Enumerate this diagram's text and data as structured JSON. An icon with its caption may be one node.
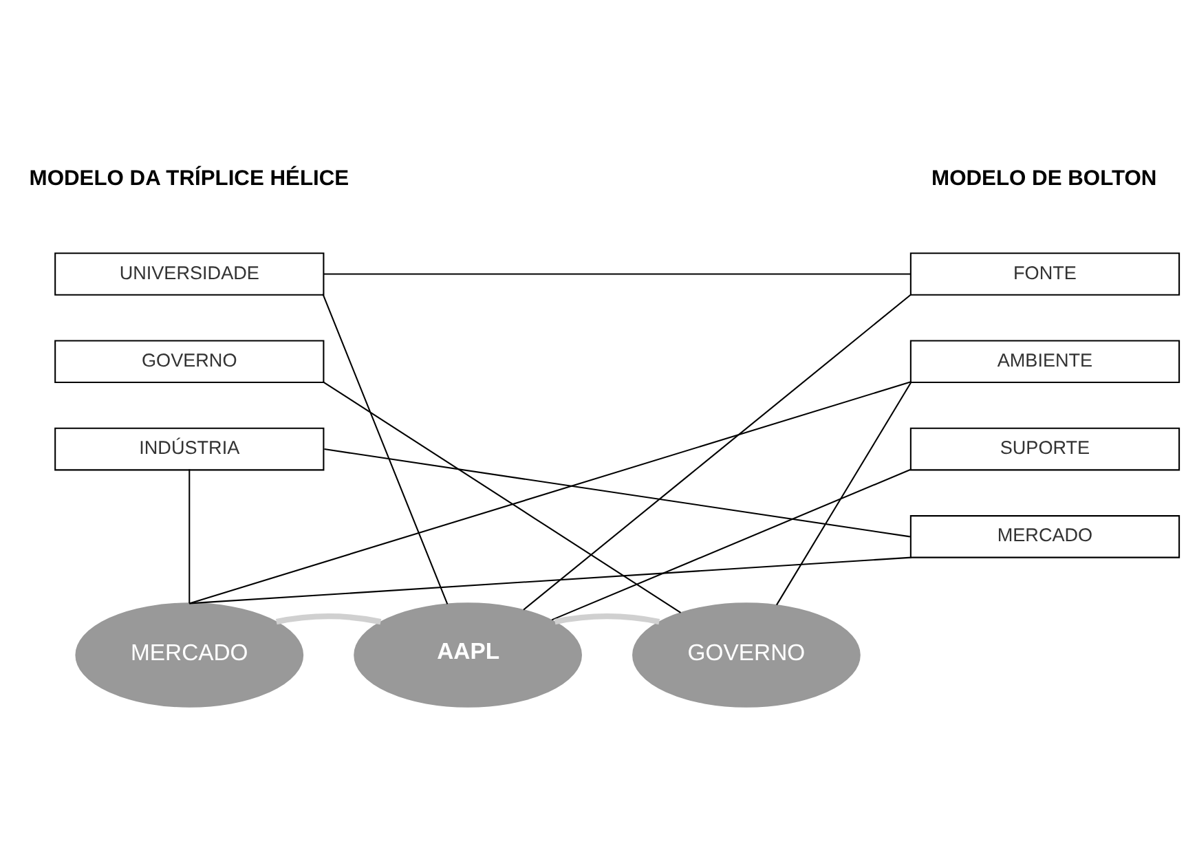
{
  "diagram": {
    "nodes": [
      {
        "text": [
          "UNIVERSIDADE"
        ]
      },
      {
        "text": [
          "GOVERNO"
        ]
      },
      {
        "text": [
          "INDÚSTRIA"
        ]
      },
      {
        "text": [
          "FONTE"
        ]
      },
      {
        "text": [
          "AMBIENTE"
        ]
      },
      {
        "text": [
          "SUPORTE"
        ]
      },
      {
        "text": [
          "MERCADO"
        ]
      },
      {
        "text": [
          "MERCADO"
        ]
      },
      {
        "text": [
          "AAPL"
        ]
      },
      {
        "text": [
          "GOVERNO"
        ]
      }
    ],
    "edges": [
      {
        "from": 0,
        "to": 3,
        "arrow": "none"
      },
      {
        "from": 0,
        "to": 8,
        "arrow": "none"
      },
      {
        "from": 1,
        "to": 9,
        "arrow": "none"
      },
      {
        "from": 2,
        "to": 6,
        "arrow": "none"
      },
      {
        "from": 2,
        "to": 7,
        "arrow": "none"
      },
      {
        "from": 3,
        "to": 8,
        "arrow": "none"
      },
      {
        "from": 4,
        "to": 7,
        "arrow": "none"
      },
      {
        "from": 5,
        "to": 8,
        "arrow": "none"
      },
      {
        "from": 6,
        "to": 7,
        "arrow": "none"
      },
      {
        "from": 4,
        "to": 9,
        "arrow": "none"
      },
      {
        "from": 7,
        "to": 8,
        "arrow": "none",
        "style": "thick",
        "color": "#d0d0d0"
      },
      {
        "from": 8,
        "to": 9,
        "arrow": "none",
        "style": "thick",
        "color": "#d0d0d0"
      }
    ],
    "labels": [
      "MODELO DA TRÍPLICE HÉLICE",
      "MODELO DE BOLTON"
    ]
  }
}
